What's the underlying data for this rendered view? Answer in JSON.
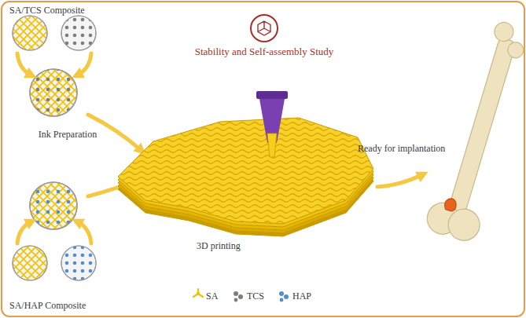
{
  "diagram": {
    "title": "Stability and Self-assembly Study",
    "labels": [
      "SA/TCS Composite",
      "Ink Preparation",
      "3D printing",
      "Ready for implantation",
      "SA/HAP Composite"
    ],
    "legend": [
      {
        "text": "SA"
      },
      {
        "text": "TCS"
      },
      {
        "text": "HAP"
      }
    ]
  }
}
